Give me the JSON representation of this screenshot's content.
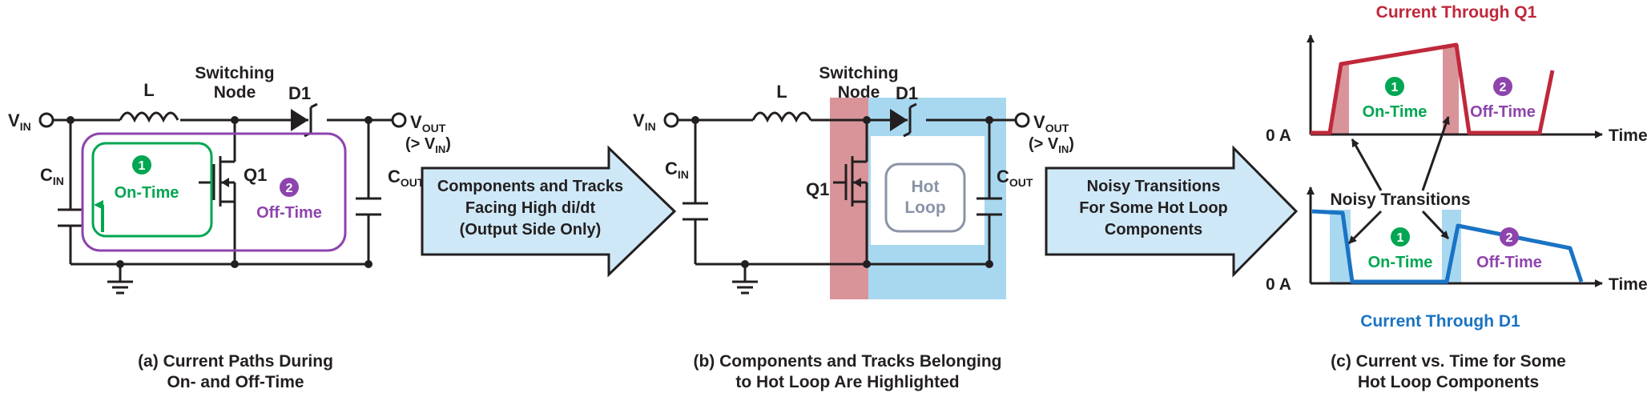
{
  "panel_a": {
    "vin": "V",
    "vin_sub": "IN",
    "l": "L",
    "sw_line1": "Switching",
    "sw_line2": "Node",
    "d1": "D1",
    "vout": "V",
    "vout_sub": "OUT",
    "vout_cond_open": "(> V",
    "vout_cond_sub": "IN",
    "vout_cond_close": ")",
    "cin": "C",
    "cin_sub": "IN",
    "cout": "C",
    "cout_sub": "OUT",
    "q1": "Q1",
    "badge1": "1",
    "on_time": "On-Time",
    "badge2": "2",
    "off_time": "Off-Time",
    "caption_line1": "(a) Current Paths During",
    "caption_line2": "On- and Off-Time"
  },
  "arrow1": {
    "line1": "Components and Tracks",
    "line2": "Facing High di/dt",
    "line3": "(Output Side Only)"
  },
  "panel_b": {
    "vin": "V",
    "vin_sub": "IN",
    "l": "L",
    "sw_line1": "Switching",
    "sw_line2": "Node",
    "d1": "D1",
    "vout": "V",
    "vout_sub": "OUT",
    "vout_cond_open": "(> V",
    "vout_cond_sub": "IN",
    "vout_cond_close": ")",
    "cin": "C",
    "cin_sub": "IN",
    "cout": "C",
    "cout_sub": "OUT",
    "q1": "Q1",
    "hot_line1": "Hot",
    "hot_line2": "Loop",
    "caption_line1": "(b) Components and Tracks Belonging",
    "caption_line2": "to Hot Loop Are Highlighted"
  },
  "arrow2": {
    "line1": "Noisy Transitions",
    "line2": "For Some Hot Loop",
    "line3": "Components"
  },
  "panel_c": {
    "title_q1": "Current Through Q1",
    "title_d1": "Current Through D1",
    "zero1": "0 A",
    "zero2": "0 A",
    "time1": "Time",
    "time2": "Time",
    "noisy": "Noisy Transitions",
    "badge1": "1",
    "on_time_1": "On-Time",
    "badge2": "2",
    "off_time_1": "Off-Time",
    "badge1b": "1",
    "on_time_2": "On-Time",
    "badge2b": "2",
    "off_time_2": "Off-Time",
    "caption_line1": "(c) Current vs. Time for Some",
    "caption_line2": "Hot Loop Components"
  },
  "colors": {
    "wire": "#231f20",
    "on_time": "#00a651",
    "off_time": "#8e44ad",
    "q1_trace": "#c0283b",
    "q1_highlight": "#d9949a",
    "d1_trace": "#1a73c4",
    "d1_highlight": "#a8d8f0",
    "arrow_fill": "#cfe8f7",
    "hot_box": "#8a93a6"
  }
}
